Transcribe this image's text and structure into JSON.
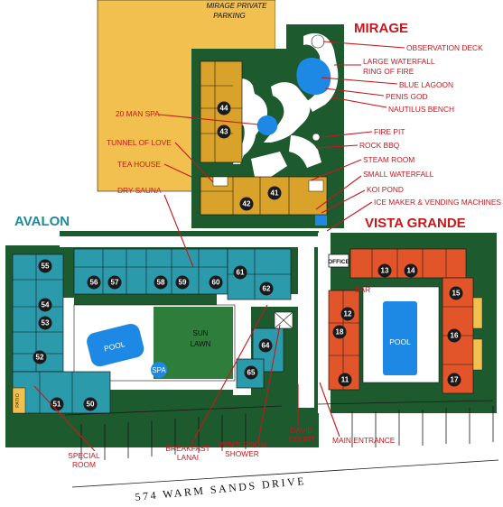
{
  "map": {
    "parking_label_line1": "MIRAGE PRIVATE",
    "parking_label_line2": "PARKING",
    "street": "574 WARM SANDS DRIVE",
    "colors": {
      "tan": "#f2c04f",
      "green": "#1d5a2e",
      "mirage_gold": "#d9a22a",
      "avalon_teal": "#2b9aab",
      "vista_orange": "#e2552a",
      "water": "#1e88e5",
      "label_red": "#c8171d",
      "zone_teal": "#1f8a9a"
    }
  },
  "zones": {
    "mirage": "MIRAGE",
    "avalon": "AVALON",
    "vista_grande": "VISTA GRANDE"
  },
  "labels": {
    "observation_deck": "OBSERVATION DECK",
    "large_waterfall": "LARGE WATERFALL",
    "ring_of_fire": "RING OF FIRE",
    "blue_lagoon": "BLUE LAGOON",
    "penis_god": "PENIS GOD",
    "nautilus_bench": "NAUTILUS BENCH",
    "fire_pit": "FIRE PIT",
    "rock_bbq": "ROCK BBQ",
    "steam_room": "STEAM ROOM",
    "small_waterfall": "SMALL WATERFALL",
    "koi_pond": "KOI POND",
    "ice_maker": "ICE MAKER & VENDING MACHINES",
    "twenty_man_spa": "20 MAN SPA",
    "tunnel_of_love": "TUNNEL OF LOVE",
    "tea_house": "TEA HOUSE",
    "dry_sauna": "DRY SAUNA",
    "special_room_1": "SPECIAL",
    "special_room_2": "ROOM",
    "breakfast_lanai_1": "BREAKFAST",
    "breakfast_lanai_2": "LANAI",
    "mens_room_1": "MEN'S ROOM",
    "mens_room_2": "SHOWER",
    "david_court_1": "DAVID",
    "david_court_2": "COURT",
    "main_entrance": "MAIN ENTRANCE",
    "bar": "BAR",
    "office": "OFFICE",
    "patio": "PATIO"
  },
  "areas": {
    "avalon_pool": "POOL",
    "spa": "SPA",
    "sun_lawn_1": "SUN",
    "sun_lawn_2": "LAWN",
    "vista_pool": "POOL"
  },
  "rooms": {
    "mirage": [
      "44",
      "43",
      "42",
      "41"
    ],
    "avalon": [
      "55",
      "54",
      "53",
      "52",
      "51",
      "50",
      "56",
      "57",
      "58",
      "59",
      "60",
      "61",
      "62",
      "64",
      "65"
    ],
    "vista": [
      "13",
      "14",
      "15",
      "16",
      "17",
      "12",
      "18",
      "11"
    ]
  }
}
